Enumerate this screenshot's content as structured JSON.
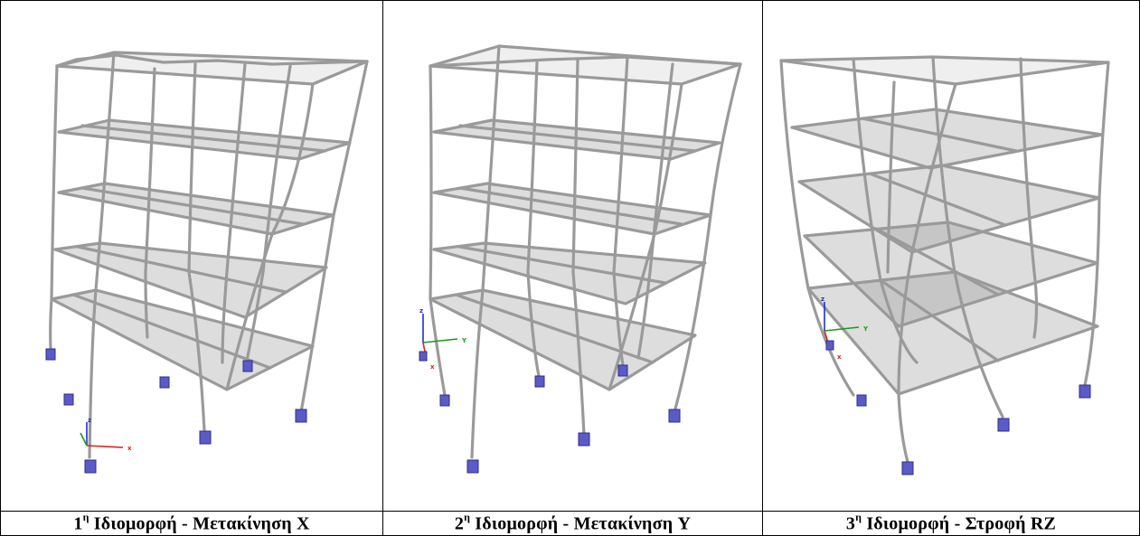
{
  "panels": [
    {
      "caption_num": "1",
      "caption_sup": "η",
      "caption_text": " Ιδιομορφή - Μετακίνηση Χ",
      "axis_labels": {
        "x": "x",
        "y": "",
        "z": "z"
      }
    },
    {
      "caption_num": "2",
      "caption_sup": "η",
      "caption_text": " Ιδιομορφή - Μετακίνηση Y",
      "axis_labels": {
        "x": "x",
        "y": "Y",
        "z": "z"
      }
    },
    {
      "caption_num": "3",
      "caption_sup": "η",
      "caption_text": " Ιδιομορφή - Στροφή RZ",
      "axis_labels": {
        "x": "x",
        "y": "Y",
        "z": "z"
      }
    }
  ],
  "colors": {
    "frame": "#9a9a9a",
    "support": "#5b5bc8",
    "axis_x": "#e02020",
    "axis_y": "#1a9a1a",
    "axis_z": "#2030d0"
  }
}
